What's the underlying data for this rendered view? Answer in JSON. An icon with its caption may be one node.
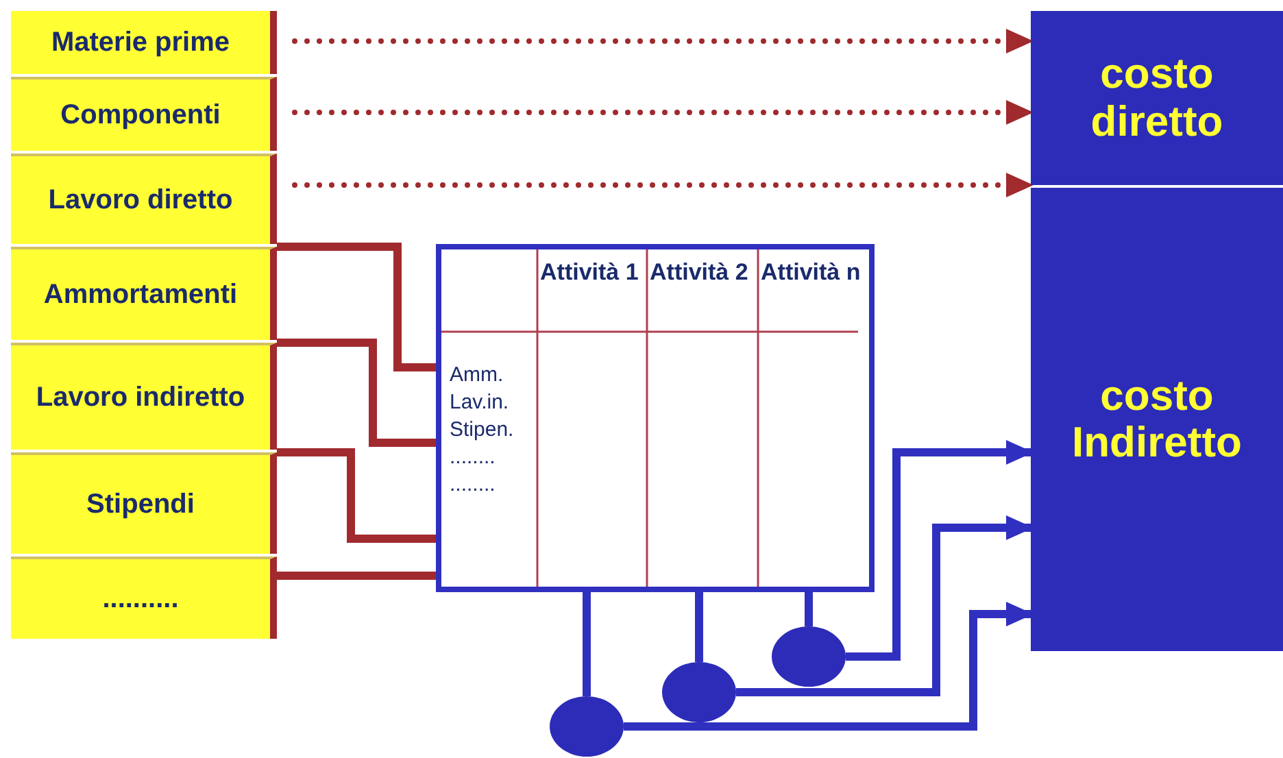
{
  "diagram": {
    "nodes": [
      {
        "text": [
          "Materie prime"
        ]
      },
      {
        "text": [
          "Componenti"
        ]
      },
      {
        "text": [
          "Lavoro diretto"
        ]
      },
      {
        "text": [
          "Ammortamenti"
        ]
      },
      {
        "text": [
          "Lavoro indiretto"
        ]
      },
      {
        "text": [
          "Stipendi"
        ]
      },
      {
        "text": [
          ".........."
        ]
      },
      {
        "text": [
          "costo diretto"
        ]
      },
      {
        "text": [
          "costo Indiretto"
        ]
      },
      {
        "text": [
          "Attività 1",
          "Attività 2",
          "Attività n",
          "Amm. Lav.in. Stipen. ........ ........"
        ]
      },
      {
        "text": [],
        "shape": "circle"
      },
      {
        "text": [],
        "shape": "circle"
      },
      {
        "text": [],
        "shape": "circle"
      }
    ],
    "edges": [
      {
        "from": 0,
        "to": 7,
        "arrow": "to",
        "style": "dashed"
      },
      {
        "from": 1,
        "to": 7,
        "arrow": "to",
        "style": "dashed"
      },
      {
        "from": 2,
        "to": 7,
        "arrow": "to",
        "style": "dashed"
      },
      {
        "from": 3,
        "to": 9,
        "arrow": "none"
      },
      {
        "from": 4,
        "to": 9,
        "arrow": "none"
      },
      {
        "from": 5,
        "to": 9,
        "arrow": "none"
      },
      {
        "from": 6,
        "to": 9,
        "arrow": "none"
      },
      {
        "from": 9,
        "to": 10,
        "arrow": "none",
        "color": "#3030c0"
      },
      {
        "from": 9,
        "to": 11,
        "arrow": "none",
        "color": "#3030c0"
      },
      {
        "from": 9,
        "to": 12,
        "arrow": "none",
        "color": "#3030c0"
      },
      {
        "from": 12,
        "to": 8,
        "arrow": "to",
        "color": "#3030c0"
      },
      {
        "from": 11,
        "to": 8,
        "arrow": "to",
        "color": "#3030c0"
      },
      {
        "from": 10,
        "to": 8,
        "arrow": "to",
        "color": "#3030c0"
      }
    ]
  }
}
